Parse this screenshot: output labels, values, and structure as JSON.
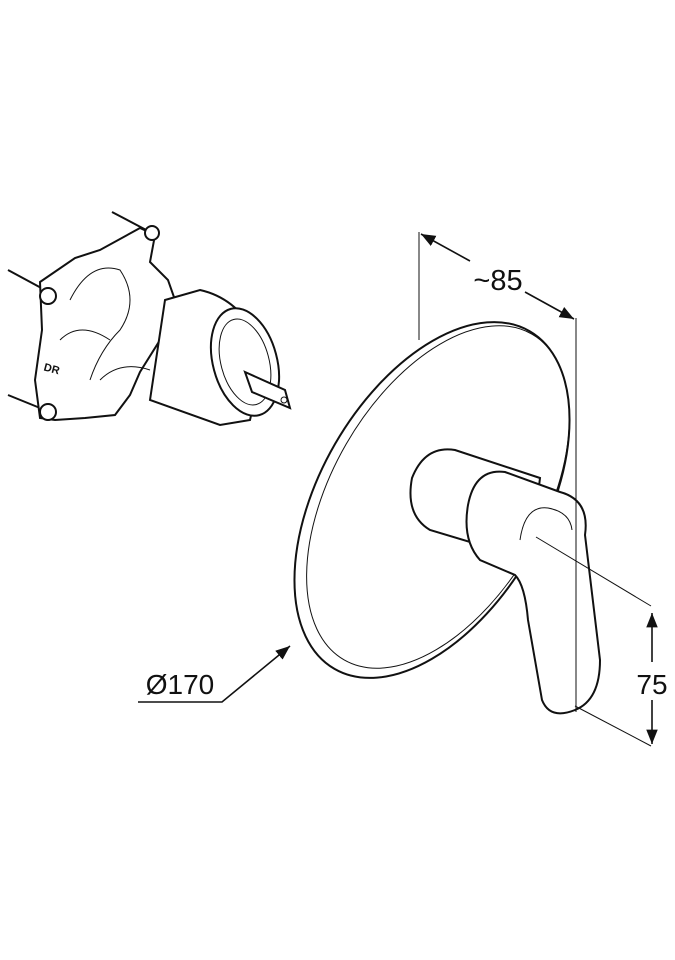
{
  "drawing": {
    "dimensions": {
      "depth": "~85",
      "diameter": "Ø170",
      "lever_height": "75"
    },
    "valve_marking": "DR"
  }
}
